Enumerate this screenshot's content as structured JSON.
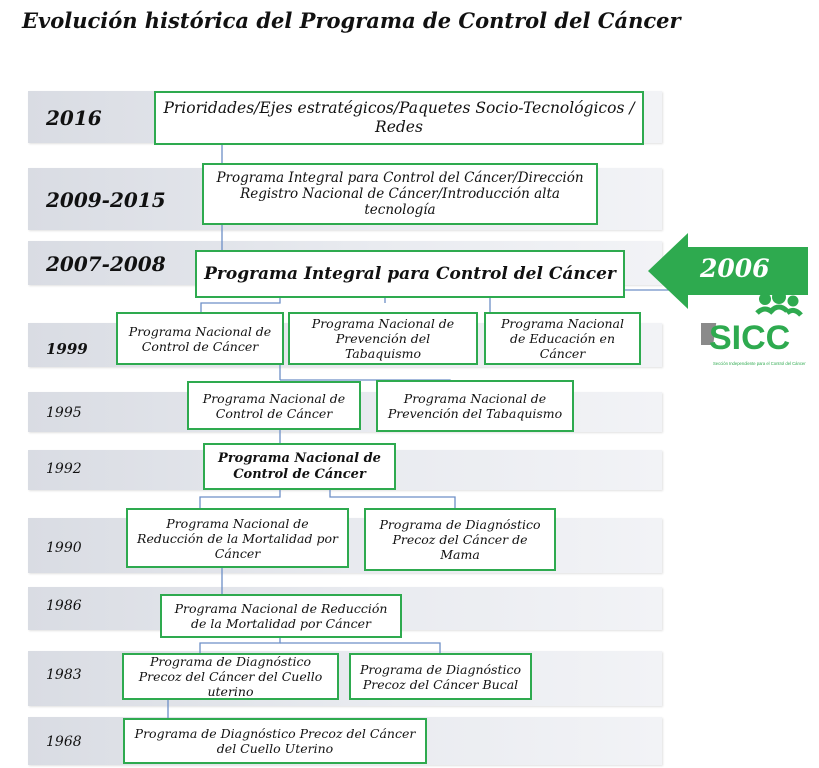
{
  "title": "Evolución  histórica del Programa de Control del Cáncer",
  "years": {
    "y2016": "2016",
    "y2009": "2009-2015",
    "y2007": "2007-2008",
    "y1999": "1999",
    "y1995": "1995",
    "y1992": "1992",
    "y1990": "1990",
    "y1986": "1986",
    "y1983": "1983",
    "y1968": "1968"
  },
  "boxes": {
    "b2016": "Prioridades/Ejes estratégicos/Paquetes  Socio-Tecnológicos / Redes",
    "b2009": "Programa Integral para Control del Cáncer/Dirección Registro Nacional de Cáncer/Introducción alta tecnología",
    "b2007": "Programa  Integral  para  Control del Cáncer",
    "b1999a": "Programa Nacional de Control de Cáncer",
    "b1999b": "Programa Nacional de Prevención  del Tabaquismo",
    "b1999c": "Programa Nacional de Educación en Cáncer",
    "b1995a": "Programa Nacional de Control de Cáncer",
    "b1995b": "Programa Nacional de Prevención  del Tabaquismo",
    "b1992": "Programa Nacional de Control de Cáncer",
    "b1990a": "Programa Nacional de Reducción de la Mortalidad por Cáncer",
    "b1990b": "Programa de Diagnóstico Precoz del Cáncer de Mama",
    "b1986": "Programa Nacional de Reducción de la Mortalidad por Cáncer",
    "b1983a": "Programa de Diagnóstico Precoz del Cáncer del Cuello uterino",
    "b1983b": "Programa de Diagnóstico Precoz  del Cáncer Bucal",
    "b1968": "Programa de Diagnóstico Precoz del Cáncer del Cuello Uterino"
  },
  "arrow": {
    "label": "2006",
    "color": "#2eaa4f"
  },
  "logo": {
    "text": "SICC",
    "tagline": "Sección Independiente para el Control del Cáncer"
  },
  "colors": {
    "box_border": "#2eaa4f",
    "connector": "#6d8fc7",
    "band": "#e3e5ea"
  }
}
